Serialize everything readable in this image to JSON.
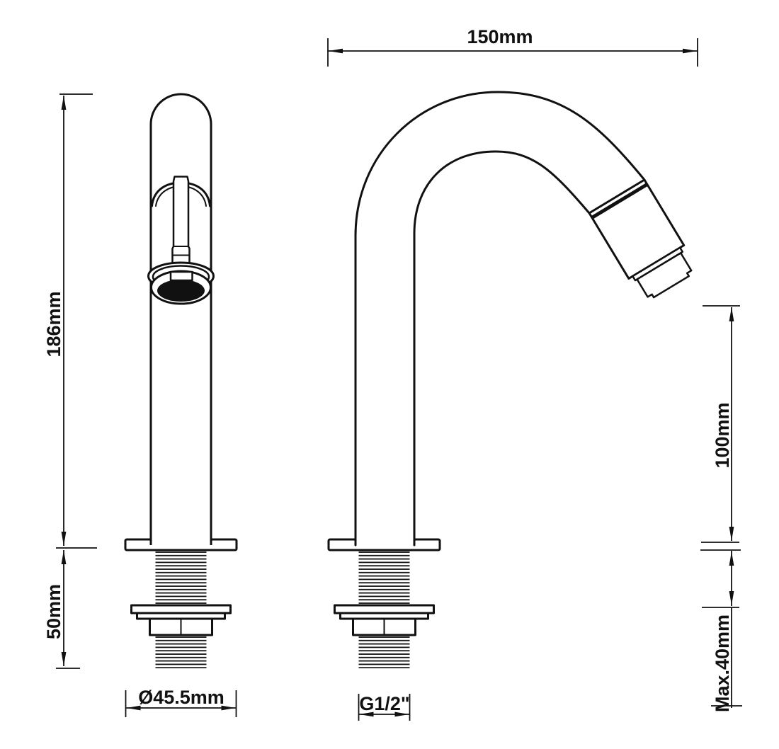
{
  "drawing": {
    "type": "technical-dimension-drawing",
    "subject": "single-lever basin tap with gooseneck spout, front and side views",
    "background": "#ffffff",
    "line_color": "#111111",
    "views": [
      {
        "name": "front-view",
        "features": [
          "rounded-top body",
          "lever handle",
          "spout outlet",
          "deck flange",
          "threaded shank",
          "lock nut",
          "washer"
        ]
      },
      {
        "name": "side-view",
        "features": [
          "gooseneck curved spout",
          "angled aerator tip",
          "deck flange",
          "threaded shank",
          "lock nut",
          "washer"
        ]
      }
    ],
    "dimensions": {
      "reach": "150mm",
      "height": "186mm",
      "shank_length": "50mm",
      "spout_height": "100mm",
      "max_deck_thickness": "Max.40mm",
      "base_diameter": "Ø45.5mm",
      "thread_size": "G1/2\""
    }
  }
}
